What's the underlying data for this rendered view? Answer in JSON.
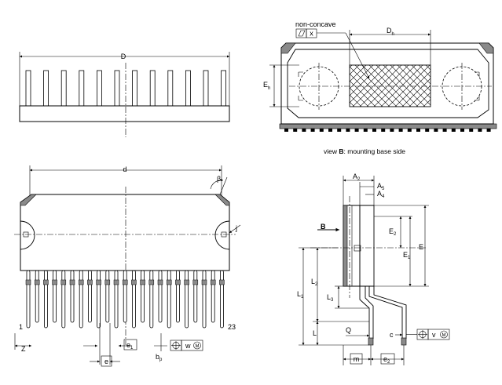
{
  "top_left_view": {
    "dim_D": "D"
  },
  "top_right_view": {
    "note_label": "non-concave",
    "flatness_symbol": "x",
    "dim_Dh_main": "D",
    "dim_Dh_sub": "h",
    "dim_Eh_main": "E",
    "dim_Eh_sub": "h",
    "caption_prefix": "view ",
    "caption_bold": "B",
    "caption_suffix": ": mounting base side"
  },
  "front_view": {
    "dim_d": "d",
    "angle_beta": "β",
    "dim_j": "j",
    "pin_first": "1",
    "pin_last": "23",
    "dim_Z": "Z",
    "dim_e": "e",
    "dim_e1_main": "e",
    "dim_e1_sub": "1",
    "dim_bp_main": "b",
    "dim_bp_sub": "p",
    "tol_letter": "w",
    "tol_circle": "M"
  },
  "side_view": {
    "view_arrow_label": "B",
    "dim_A2_main": "A",
    "dim_A2_sub": "2",
    "dim_A5_main": "A",
    "dim_A5_sub": "5",
    "dim_A4_main": "A",
    "dim_A4_sub": "4",
    "dim_E2_main": "E",
    "dim_E2_sub": "2",
    "dim_E1_main": "E",
    "dim_E1_sub": "1",
    "dim_E": "E",
    "dim_L1_main": "L",
    "dim_L1_sub": "1",
    "dim_L2_main": "L",
    "dim_L2_sub": "2",
    "dim_L3_main": "L",
    "dim_L3_sub": "3",
    "dim_L": "L",
    "dim_Q": "Q",
    "dim_c": "c",
    "dim_m": "m",
    "dim_e2_main": "e",
    "dim_e2_sub": "2",
    "tol_letter": "v",
    "tol_circle": "M"
  }
}
